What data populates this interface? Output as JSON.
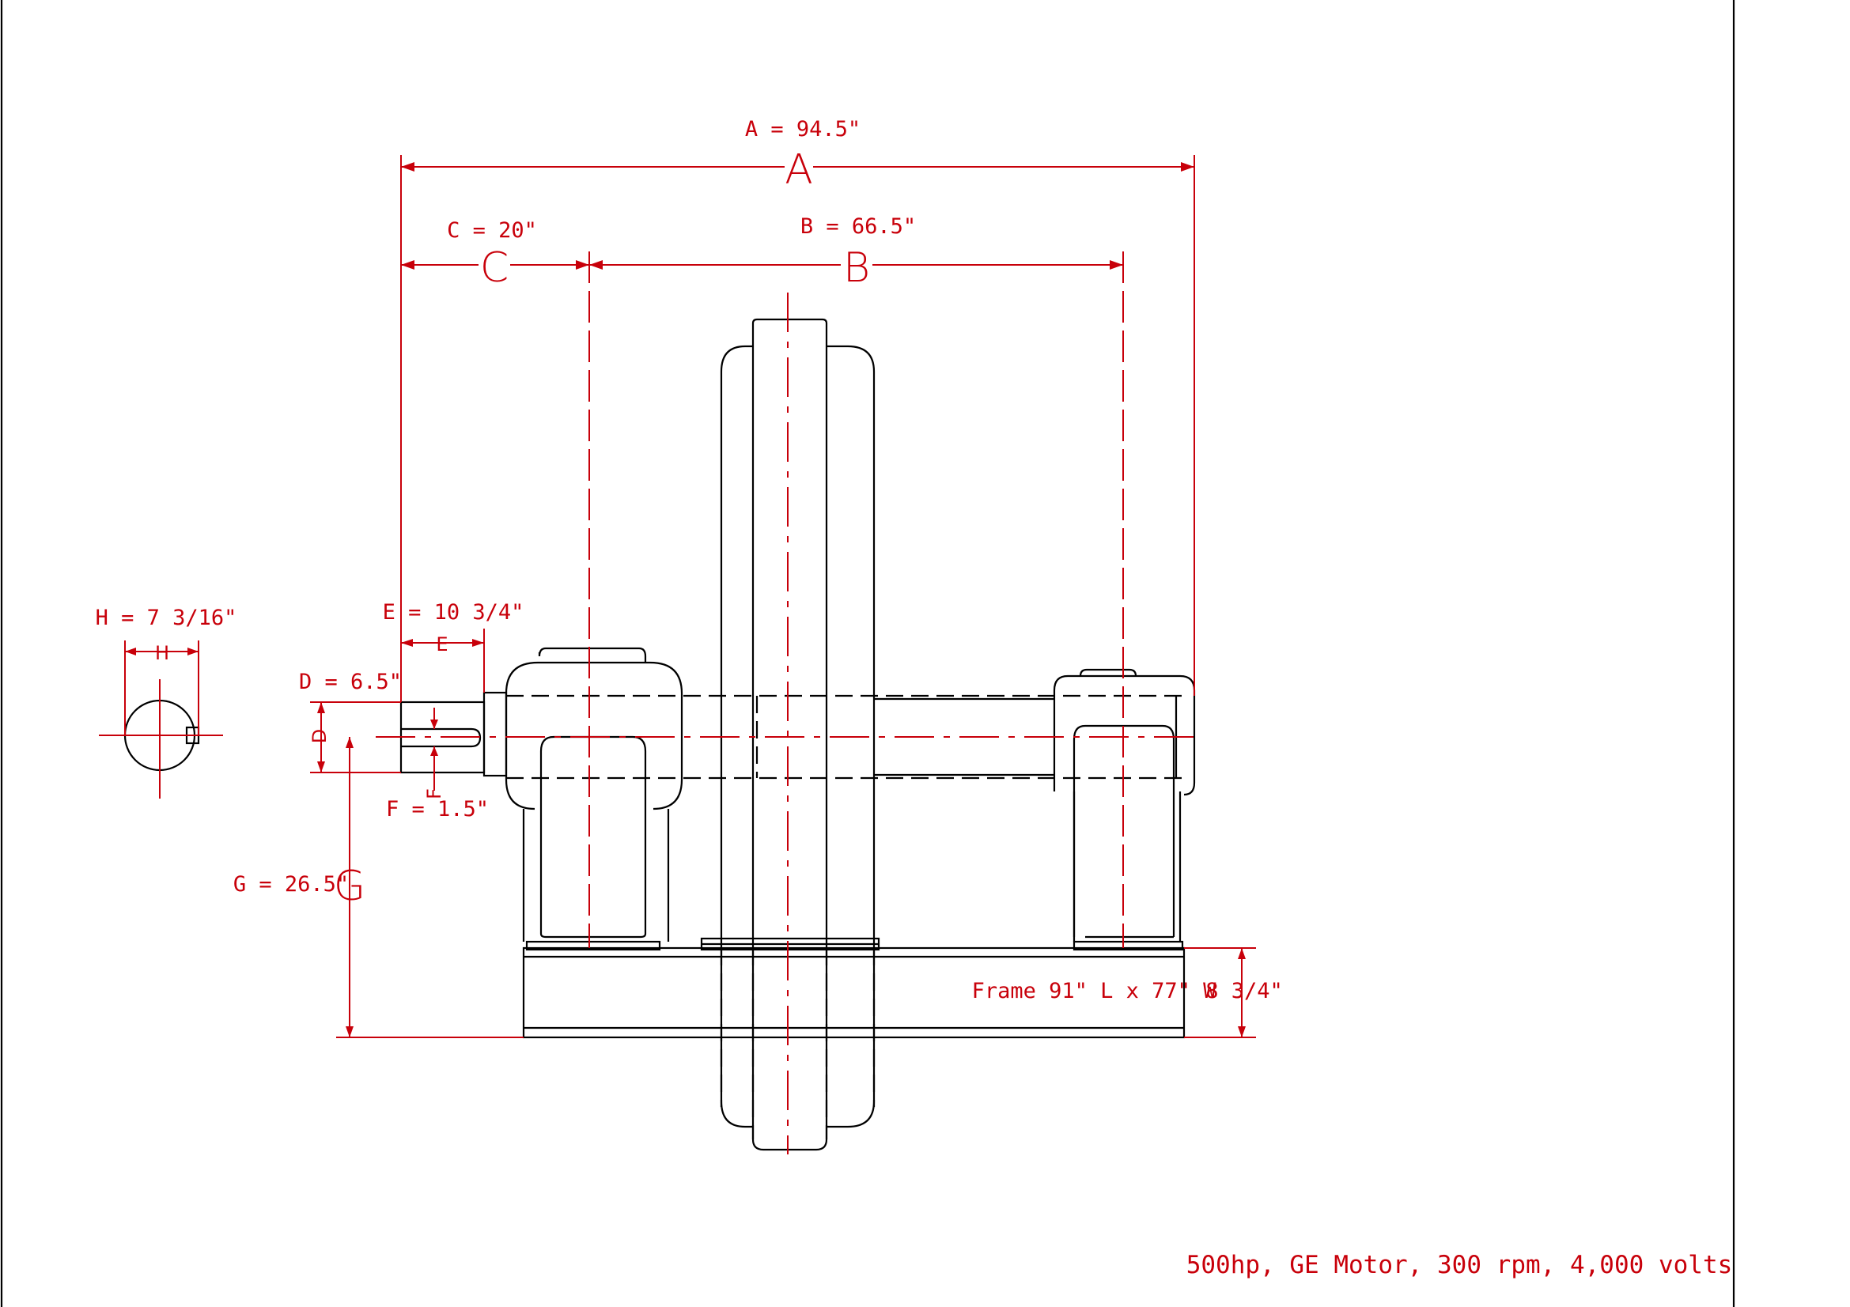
{
  "dimensions": {
    "A": {
      "label": "A = 94.5\"",
      "letter": "A"
    },
    "B": {
      "label": "B = 66.5\"",
      "letter": "B"
    },
    "C": {
      "label": "C = 20\"",
      "letter": "C"
    },
    "D": {
      "label": "D = 6.5\"",
      "letter": "D"
    },
    "E": {
      "label": "E = 10  3/4\"",
      "letter": "E"
    },
    "F": {
      "label": "F = 1.5\"",
      "letter": "F"
    },
    "G": {
      "label": "G = 26.5\"",
      "letter": "G"
    },
    "H": {
      "label": "H = 7  3/16\"",
      "letter": "H"
    }
  },
  "frame": {
    "label": "Frame 91\" L x 77\" W",
    "height": "8  3/4\""
  },
  "caption": "500hp, GE Motor, 300 rpm, 4,000 volts",
  "colors": {
    "dimension": "#c8000a",
    "outline": "#000000"
  }
}
